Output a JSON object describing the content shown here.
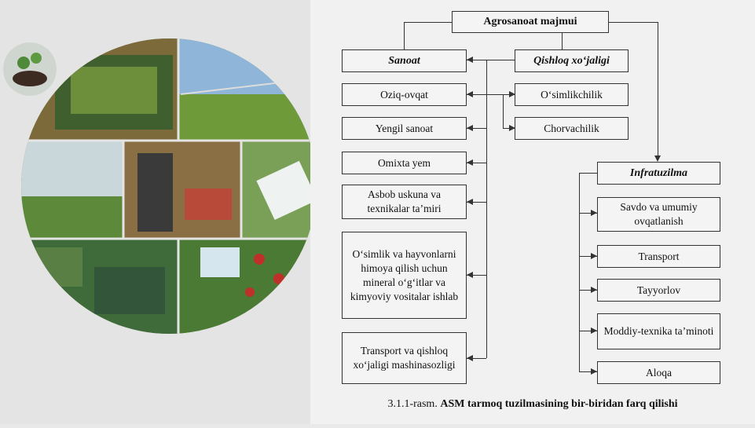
{
  "diagram": {
    "root": "Agrosanoat majmui",
    "heads": {
      "sanoat": "Sanoat",
      "qishloq": "Qishloq xo‘jaligi",
      "infra": "Infratuzilma"
    },
    "sanoat_items": [
      "Oziq-ovqat",
      "Yengil sanoat",
      "Omixta yem",
      "Asbob uskuna va texnikalar ta’miri",
      "O‘simlik va hayvonlarni himoya qilish uchun mineral o‘g‘itlar va kimyoviy vositalar ishlab",
      "Transport va qishloq xo‘jaligi mashinasozligi"
    ],
    "qishloq_items": [
      "O‘simlikchilik",
      "Chorvachilik"
    ],
    "infra_items": [
      "Savdo va umumiy ovqatlanish",
      "Transport",
      "Tayyorlov",
      "Moddiy-texnika ta’minoti",
      "Aloqa"
    ]
  },
  "caption": {
    "prefix": "3.1.1-rasm.",
    "title": "ASM tarmoq tuzilmasining bir-biridan farq qilishi"
  },
  "collage": {
    "tiles": [
      "laptop-field",
      "irrigation-pivot",
      "drone-spraying",
      "farmer-tablet",
      "greenhouse-tablet",
      "aerial-fields",
      "tomato-tablet"
    ]
  }
}
